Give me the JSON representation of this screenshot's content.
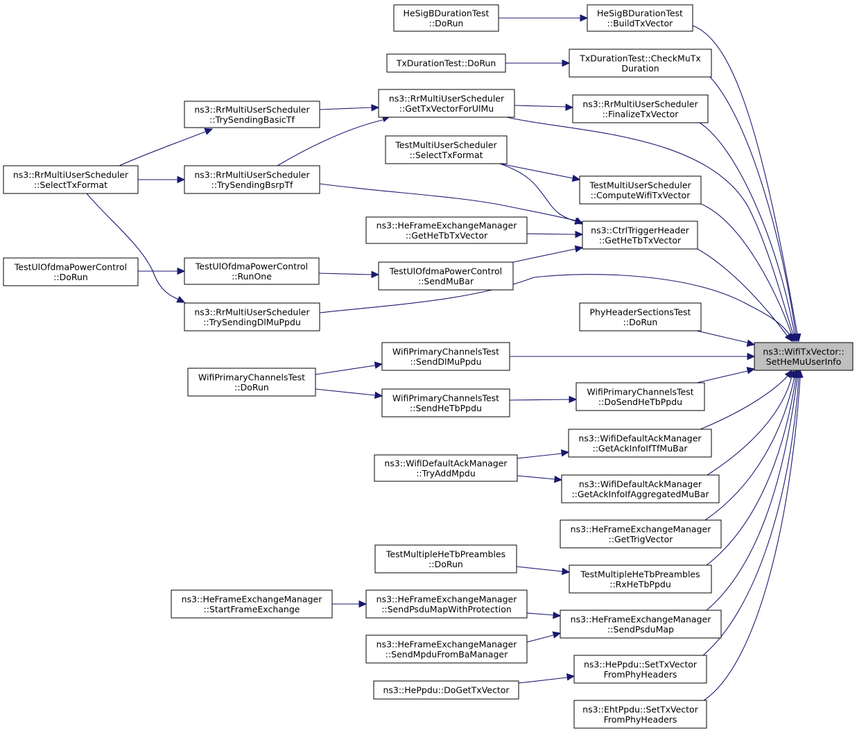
{
  "graph": {
    "target": {
      "id": "target",
      "lines": [
        "ns3::WifiTxVector::",
        "SetHeMuUserInfo"
      ]
    },
    "nodes": [
      {
        "id": "hesig_dorun",
        "lines": [
          "HeSigBDurationTest",
          "::DoRun"
        ]
      },
      {
        "id": "hesig_build",
        "lines": [
          "HeSigBDurationTest",
          "::BuildTxVector"
        ]
      },
      {
        "id": "txdur_dorun",
        "lines": [
          "TxDurationTest::DoRun"
        ]
      },
      {
        "id": "txdur_check",
        "lines": [
          "TxDurationTest::CheckMuTx",
          "Duration"
        ]
      },
      {
        "id": "rr_basictf",
        "lines": [
          "ns3::RrMultiUserScheduler",
          "::TrySendingBasicTf"
        ]
      },
      {
        "id": "rr_gettxvec",
        "lines": [
          "ns3::RrMultiUserScheduler",
          "::GetTxVectorForUlMu"
        ]
      },
      {
        "id": "rr_finalize",
        "lines": [
          "ns3::RrMultiUserScheduler",
          "::FinalizeTxVector"
        ]
      },
      {
        "id": "test_select",
        "lines": [
          "TestMultiUserScheduler",
          "::SelectTxFormat"
        ]
      },
      {
        "id": "rr_select",
        "lines": [
          "ns3::RrMultiUserScheduler",
          "::SelectTxFormat"
        ]
      },
      {
        "id": "rr_bsrp",
        "lines": [
          "ns3::RrMultiUserScheduler",
          "::TrySendingBsrpTf"
        ]
      },
      {
        "id": "test_compute",
        "lines": [
          "TestMultiUserScheduler",
          "::ComputeWifiTxVector"
        ]
      },
      {
        "id": "hefem_gethetb",
        "lines": [
          "ns3::HeFrameExchangeManager",
          "::GetHeTbTxVector"
        ]
      },
      {
        "id": "ctrl_gethetb",
        "lines": [
          "ns3::CtrlTriggerHeader",
          "::GetHeTbTxVector"
        ]
      },
      {
        "id": "ulofdma_dorun",
        "lines": [
          "TestUlOfdmaPowerControl",
          "::DoRun"
        ]
      },
      {
        "id": "ulofdma_runone",
        "lines": [
          "TestUlOfdmaPowerControl",
          "::RunOne"
        ]
      },
      {
        "id": "ulofdma_sendmubar",
        "lines": [
          "TestUlOfdmaPowerControl",
          "::SendMuBar"
        ]
      },
      {
        "id": "rr_dlmuppdu",
        "lines": [
          "ns3::RrMultiUserScheduler",
          "::TrySendingDlMuPpdu"
        ]
      },
      {
        "id": "phyhdr_dorun",
        "lines": [
          "PhyHeaderSectionsTest",
          "::DoRun"
        ]
      },
      {
        "id": "wpc_dorun",
        "lines": [
          "WifiPrimaryChannelsTest",
          "::DoRun"
        ]
      },
      {
        "id": "wpc_senddl",
        "lines": [
          "WifiPrimaryChannelsTest",
          "::SendDlMuPpdu"
        ]
      },
      {
        "id": "wpc_sendhetb",
        "lines": [
          "WifiPrimaryChannelsTest",
          "::SendHeTbPpdu"
        ]
      },
      {
        "id": "wpc_dosendhetb",
        "lines": [
          "WifiPrimaryChannelsTest",
          "::DoSendHeTbPpdu"
        ]
      },
      {
        "id": "dam_tf",
        "lines": [
          "ns3::WifiDefaultAckManager",
          "::GetAckInfoIfTfMuBar"
        ]
      },
      {
        "id": "dam_tryadd",
        "lines": [
          "ns3::WifiDefaultAckManager",
          "::TryAddMpdu"
        ]
      },
      {
        "id": "dam_aggr",
        "lines": [
          "ns3::WifiDefaultAckManager",
          "::GetAckInfoIfAggregatedMuBar"
        ]
      },
      {
        "id": "hefem_gettrig",
        "lines": [
          "ns3::HeFrameExchangeManager",
          "::GetTrigVector"
        ]
      },
      {
        "id": "tmhp_dorun",
        "lines": [
          "TestMultipleHeTbPreambles",
          "::DoRun"
        ]
      },
      {
        "id": "tmhp_rx",
        "lines": [
          "TestMultipleHeTbPreambles",
          "::RxHeTbPpdu"
        ]
      },
      {
        "id": "hefem_start",
        "lines": [
          "ns3::HeFrameExchangeManager",
          "::StartFrameExchange"
        ]
      },
      {
        "id": "hefem_sendpsduprot",
        "lines": [
          "ns3::HeFrameExchangeManager",
          "::SendPsduMapWithProtection"
        ]
      },
      {
        "id": "hefem_sendpsdu",
        "lines": [
          "ns3::HeFrameExchangeManager",
          "::SendPsduMap"
        ]
      },
      {
        "id": "hefem_sendmpdu",
        "lines": [
          "ns3::HeFrameExchangeManager",
          "::SendMpduFromBaManager"
        ]
      },
      {
        "id": "heppdu_settx",
        "lines": [
          "ns3::HePpdu::SetTxVector",
          "FromPhyHeaders"
        ]
      },
      {
        "id": "heppdu_doget",
        "lines": [
          "ns3::HePpdu::DoGetTxVector"
        ]
      },
      {
        "id": "ehtppdu_settx",
        "lines": [
          "ns3::EhtPpdu::SetTxVector",
          "FromPhyHeaders"
        ]
      }
    ]
  }
}
